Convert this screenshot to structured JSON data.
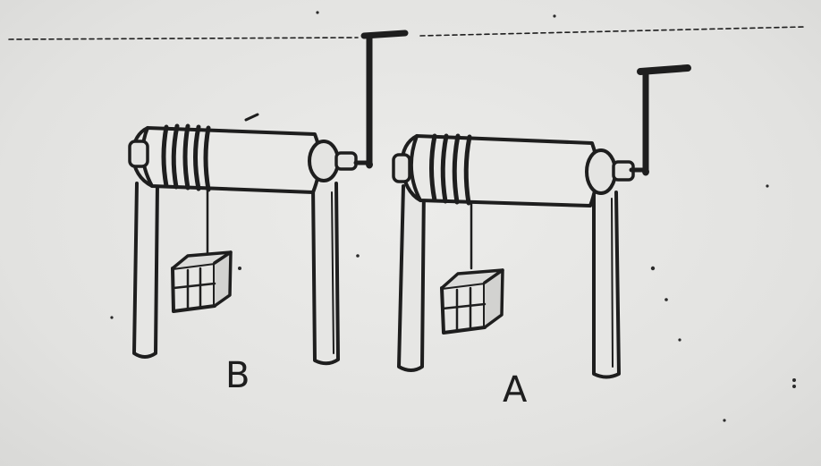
{
  "diagram": {
    "windlasses": [
      {
        "id": "B",
        "label": "B"
      },
      {
        "id": "A",
        "label": "A"
      }
    ],
    "colors": {
      "ink": "#1e1e1e",
      "paper": "#e4e4e2"
    }
  }
}
